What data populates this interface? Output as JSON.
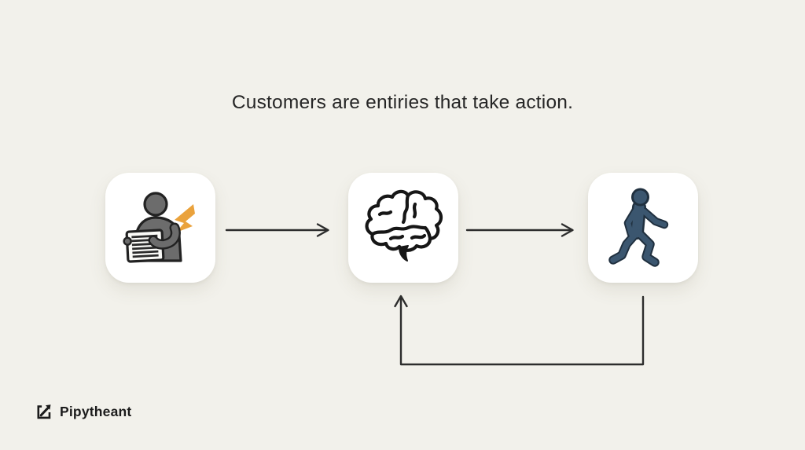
{
  "title": "Customers are entiries that take action.",
  "footer": {
    "brand": "Pipytheant"
  },
  "diagram": {
    "nodes": [
      {
        "id": "input",
        "icon": "person-reading-document-icon"
      },
      {
        "id": "process",
        "icon": "brain-icon"
      },
      {
        "id": "action",
        "icon": "walking-person-icon"
      }
    ],
    "edges": [
      {
        "from": "input",
        "to": "process",
        "style": "straight-arrow"
      },
      {
        "from": "process",
        "to": "action",
        "style": "straight-arrow"
      },
      {
        "from": "action",
        "to": "process",
        "style": "feedback-loop-arrow"
      }
    ]
  },
  "colors": {
    "background": "#f2f1eb",
    "card": "#ffffff",
    "title_text": "#262626",
    "arrow": "#2d2d2d",
    "person_gray": "#6c6c6c",
    "icon_outline": "#222222",
    "spark_orange": "#eaa23c",
    "brain_stroke": "#161616",
    "walker_navy": "#3b566f",
    "walker_outline": "#20303f",
    "brand_text": "#1b1b1b"
  }
}
